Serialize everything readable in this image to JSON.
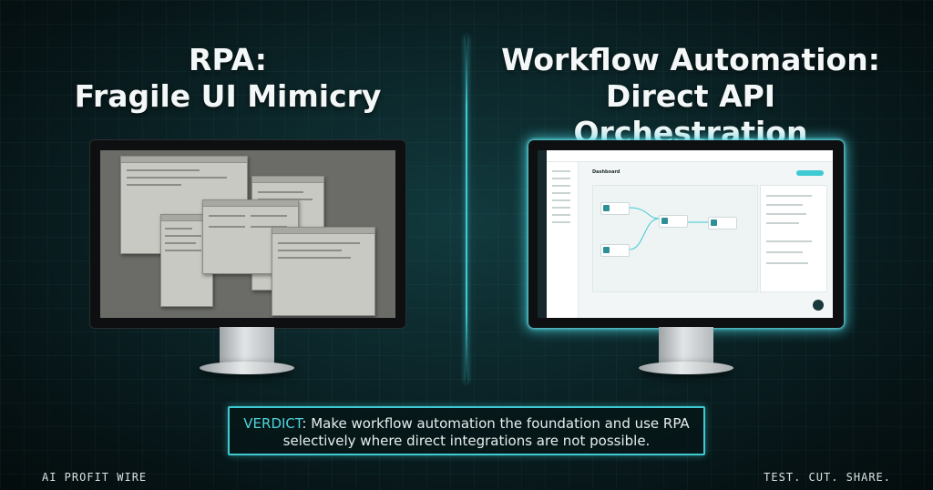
{
  "left_panel": {
    "title_line1": "RPA:",
    "title_line2": "Fragile UI Mimicry"
  },
  "right_panel": {
    "title_line1": "Workflow Automation:",
    "title_line2": "Direct API Orchestration",
    "screen_heading": "Dashboard"
  },
  "verdict": {
    "label": "VERDICT",
    "text": ": Make workflow automation the foundation and use RPA selectively where direct integrations are not possible."
  },
  "footer": {
    "brand": "AI PROFIT WIRE",
    "tagline": "TEST. CUT. SHARE."
  },
  "colors": {
    "accent": "#3fc9d2",
    "background": "#0b2427"
  }
}
